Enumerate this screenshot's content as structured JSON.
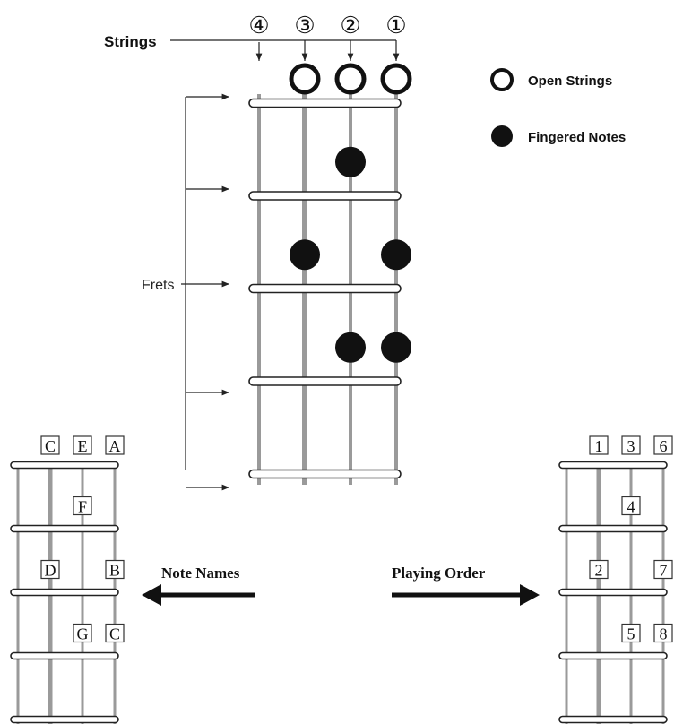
{
  "labels": {
    "strings": "Strings",
    "frets": "Frets",
    "open_strings": "Open Strings",
    "fingered_notes": "Fingered Notes",
    "note_names": "Note Names",
    "playing_order": "Playing Order"
  },
  "string_numbers": [
    "④",
    "③",
    "②",
    "①"
  ],
  "main_diagram": {
    "open_strings": [
      2,
      3,
      4
    ],
    "fingered": [
      {
        "string": 3,
        "fret": 1
      },
      {
        "string": 2,
        "fret": 2
      },
      {
        "string": 4,
        "fret": 2
      },
      {
        "string": 3,
        "fret": 3
      },
      {
        "string": 4,
        "fret": 3
      }
    ]
  },
  "note_names_diagram": {
    "open": [
      {
        "string": 2,
        "label": "C"
      },
      {
        "string": 3,
        "label": "E"
      },
      {
        "string": 4,
        "label": "A"
      }
    ],
    "fingered": [
      {
        "string": 3,
        "fret": 1,
        "label": "F"
      },
      {
        "string": 2,
        "fret": 2,
        "label": "D"
      },
      {
        "string": 4,
        "fret": 2,
        "label": "B"
      },
      {
        "string": 3,
        "fret": 3,
        "label": "G"
      },
      {
        "string": 4,
        "fret": 3,
        "label": "C"
      }
    ]
  },
  "playing_order_diagram": {
    "open": [
      {
        "string": 2,
        "label": "1"
      },
      {
        "string": 3,
        "label": "3"
      },
      {
        "string": 4,
        "label": "6"
      }
    ],
    "fingered": [
      {
        "string": 3,
        "fret": 1,
        "label": "4"
      },
      {
        "string": 2,
        "fret": 2,
        "label": "2"
      },
      {
        "string": 4,
        "fret": 2,
        "label": "7"
      },
      {
        "string": 3,
        "fret": 3,
        "label": "5"
      },
      {
        "string": 4,
        "fret": 3,
        "label": "8"
      }
    ]
  }
}
